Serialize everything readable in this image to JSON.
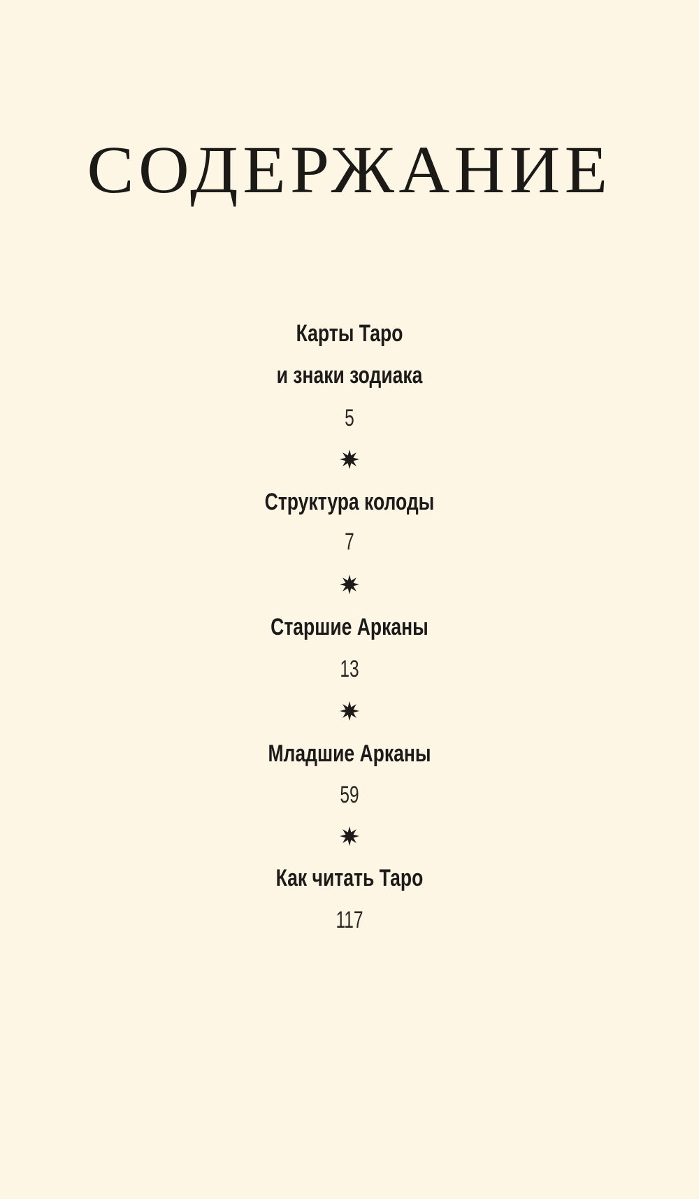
{
  "page": {
    "background_color": "#fdf6e4",
    "text_color": "#1d1b19"
  },
  "title": "СОДЕРЖАНИЕ",
  "toc": {
    "entries": [
      {
        "title_lines": [
          "Карты Таро",
          "и знаки зодиака"
        ],
        "page": "5"
      },
      {
        "title_lines": [
          "Структура колоды"
        ],
        "page": "7"
      },
      {
        "title_lines": [
          "Старшие Арканы"
        ],
        "page": "13"
      },
      {
        "title_lines": [
          "Младшие Арканы"
        ],
        "page": "59"
      },
      {
        "title_lines": [
          "Как читать Таро"
        ],
        "page": "117"
      }
    ],
    "divider_icon": "eight-pointed-star-icon"
  }
}
